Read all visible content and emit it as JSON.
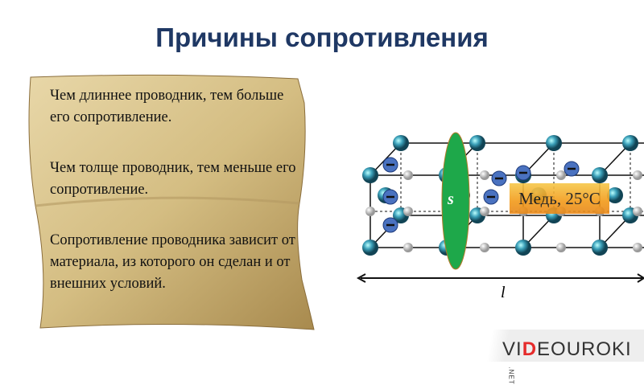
{
  "title": "Причины сопротивления",
  "paragraphs": [
    "Чем длиннее проводник, тем больше его сопротивление.",
    "Чем толще проводник, тем меньше его сопротивление.",
    "Сопротивление проводника зависит от материала, из которого он сделан и от внешних условий."
  ],
  "figure": {
    "section_label": "s",
    "material_label": "Медь, 25°C",
    "length_label": "l"
  },
  "logo": {
    "text": "VIDEOUROKI",
    "suffix": ".NET"
  }
}
